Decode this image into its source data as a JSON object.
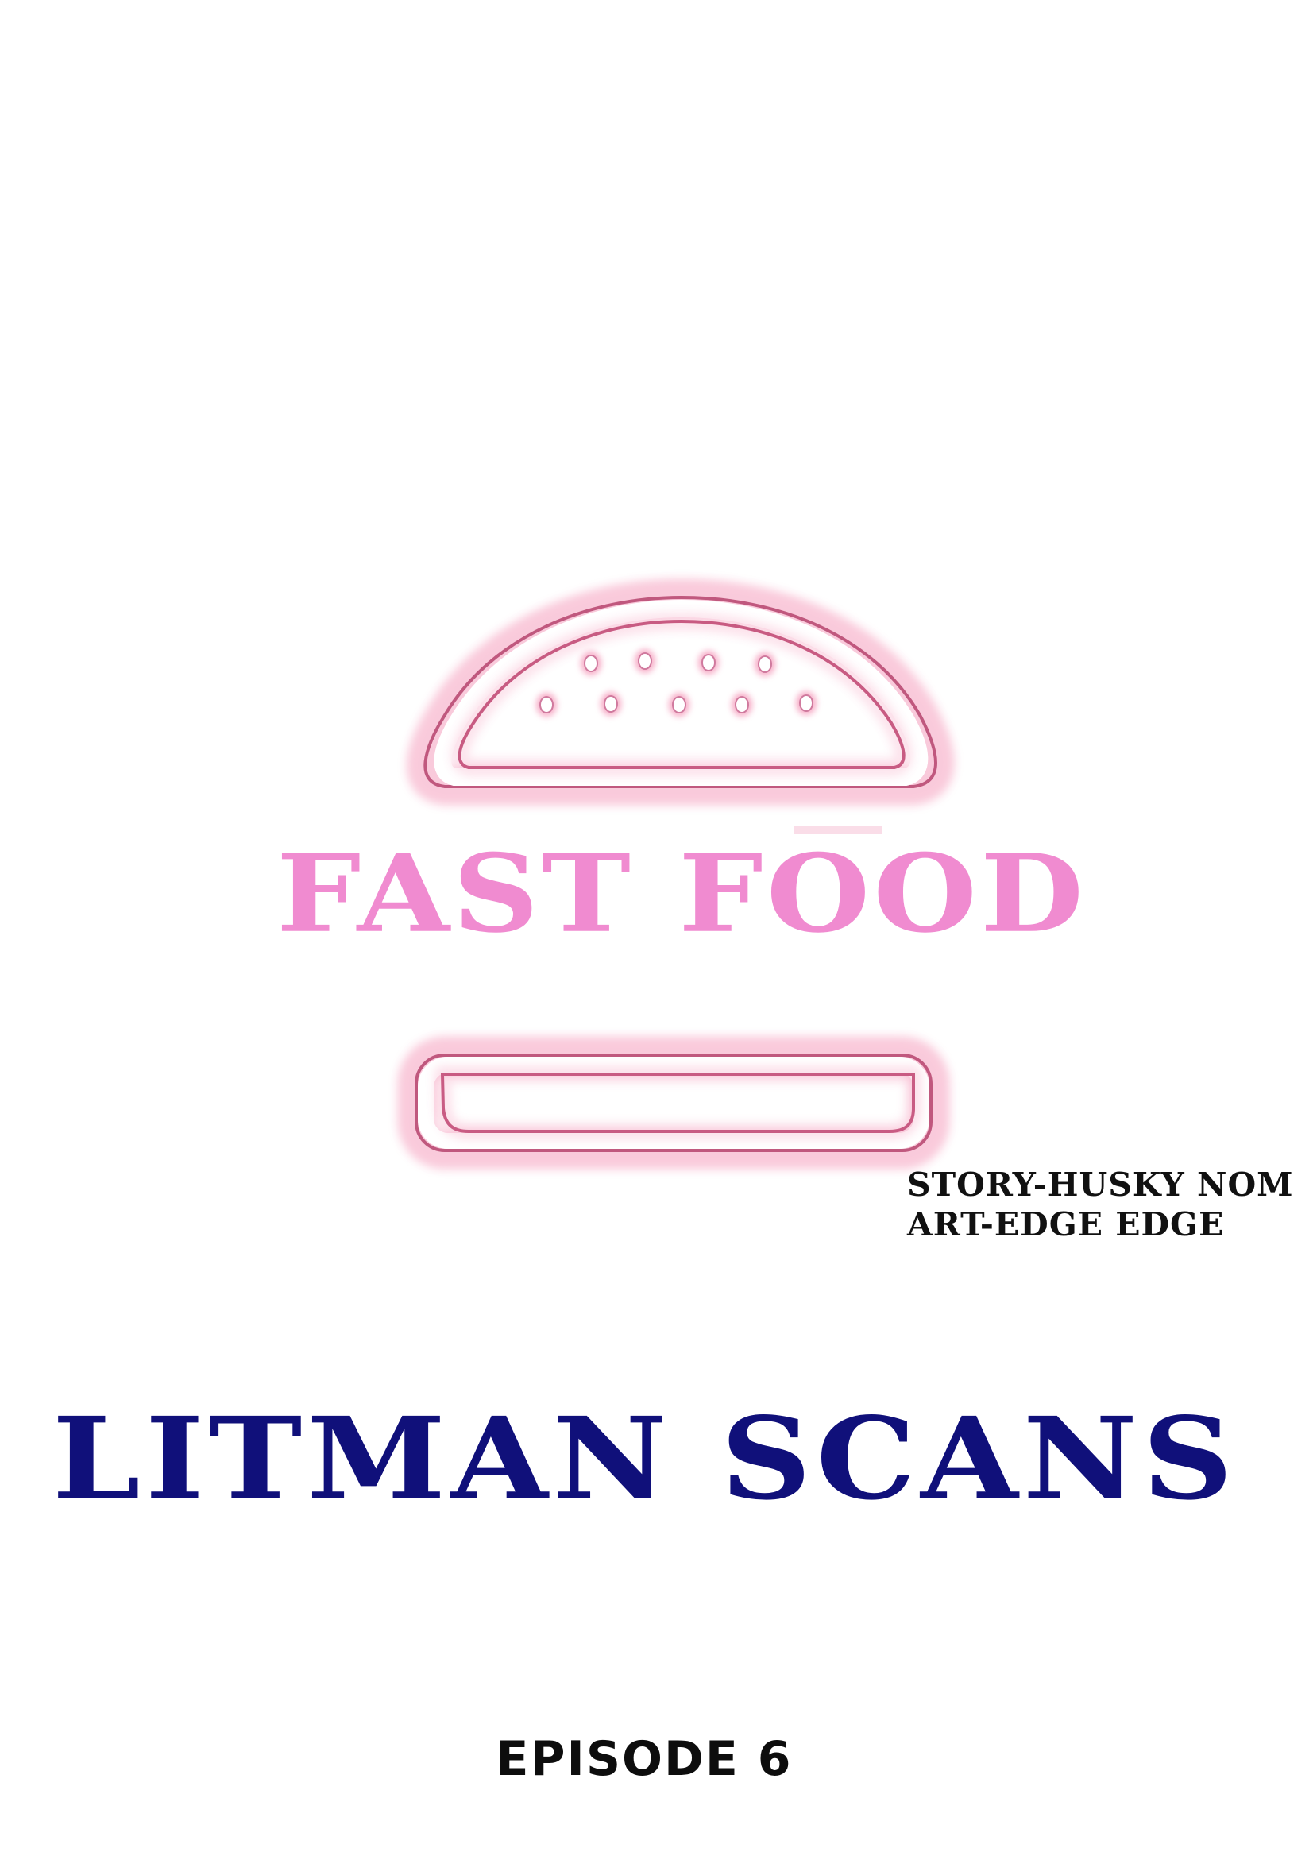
{
  "cover": {
    "title": "FAST FOOD",
    "credits": {
      "story": "STORY-HUSKY NOM",
      "art": "ART-EDGE EDGE"
    },
    "scanlation_group": "LITMAN SCANS",
    "episode": "EPISODE 6"
  },
  "illustration": {
    "icon": "neon-burger-icon",
    "parts": [
      "top-bun-icon",
      "sesame-seeds",
      "bottom-bun-icon"
    ],
    "sesame_seed_count": 9
  },
  "colors": {
    "background": "#ffffff",
    "neon_glow": "#f06a9a",
    "neon_outline": "#c0587e",
    "title_pink": "#f08bd0",
    "group_navy": "#10107a",
    "credits_black": "#111111",
    "episode_black": "#0d0d0d"
  }
}
